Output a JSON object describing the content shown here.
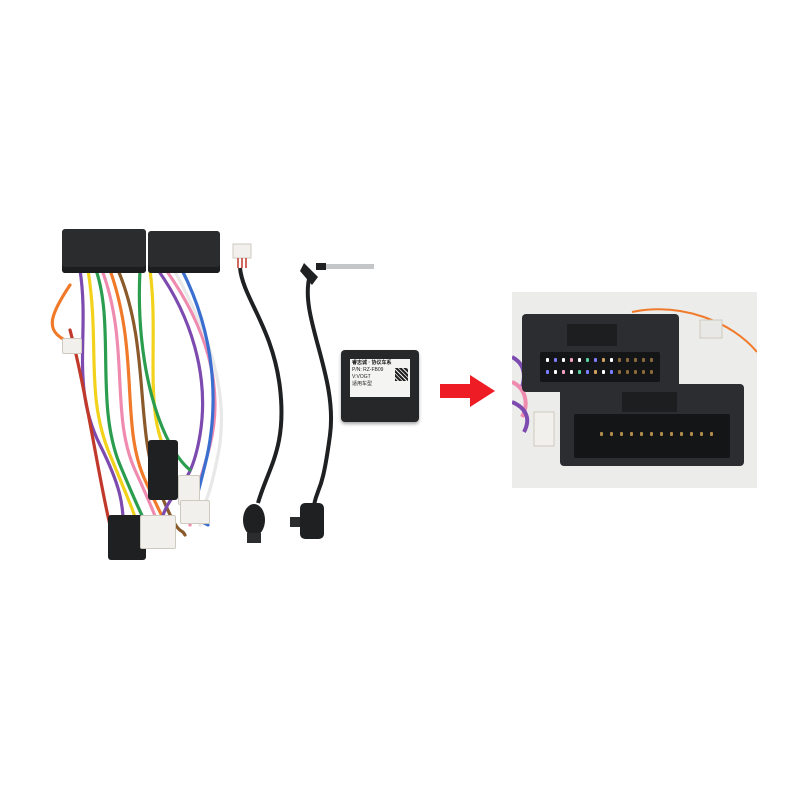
{
  "scene": {
    "description": "Product photo of a car radio wiring harness kit with CAN bus decoder box and antenna adapter, with a red arrow pointing to a close-up inset of two black multi-pin connectors",
    "background_color": "#ffffff"
  },
  "canbox": {
    "label_line1": "睿志诚 · 协议车系",
    "label_pn": "P/N: RZ-FB09",
    "label_line3": "V:VOGT",
    "label_line4": "适用车型"
  },
  "arrow": {
    "color": "#ee1c25",
    "direction": "right"
  },
  "inset": {
    "subject": "close-up of two black multi-pin harness connectors"
  },
  "colors": {
    "wire_colors": [
      "#7d4bb0",
      "#f2d21a",
      "#e8e8e8",
      "#2a9d4f",
      "#f08bb0",
      "#f07a2a",
      "#8a5a2b",
      "#222222",
      "#3a6fd0",
      "#c0392b"
    ],
    "connector": "#2b2c2e",
    "cable": "#1f2022"
  }
}
